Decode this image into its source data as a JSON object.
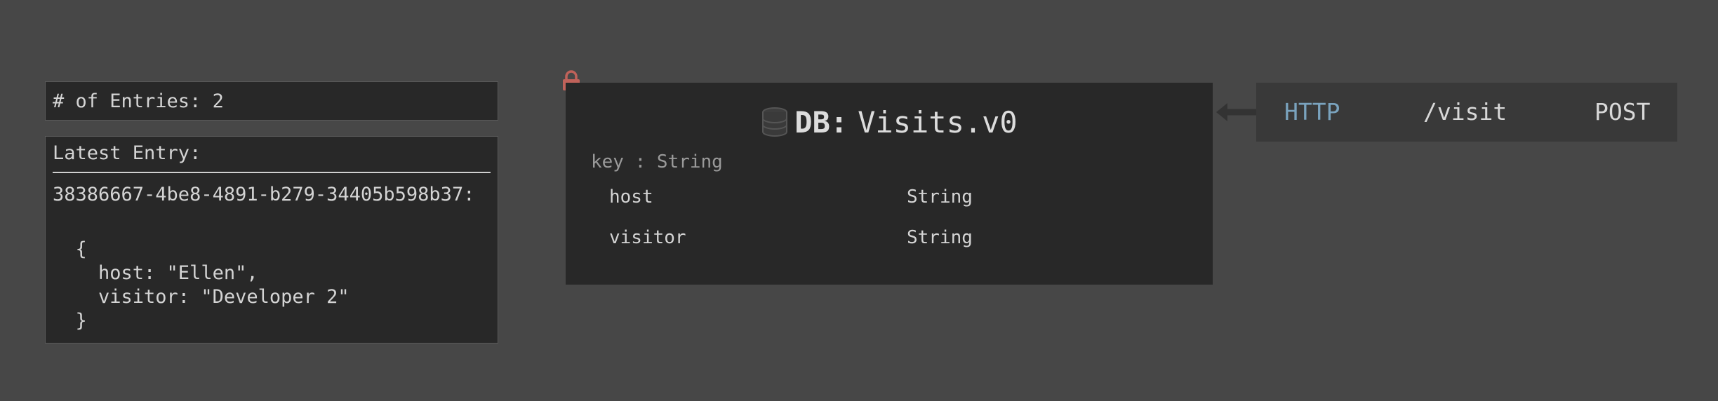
{
  "entries": {
    "label": "# of Entries: 2"
  },
  "latest": {
    "header": "Latest Entry:",
    "key": "38386667-4be8-4891-b279-34405b598b37:",
    "json_lines": [
      "  {",
      "    host: \"Ellen\",",
      "    visitor: \"Developer 2\"",
      "  }"
    ]
  },
  "db": {
    "label": "DB:",
    "name": "Visits.v0",
    "key_line": "key : String",
    "fields": [
      {
        "name": "host",
        "type": "String"
      },
      {
        "name": "visitor",
        "type": "String"
      }
    ]
  },
  "http": {
    "method": "HTTP",
    "path": "/visit",
    "verb": "POST"
  },
  "icons": {
    "lock": "lock-icon",
    "database": "database-icon",
    "arrow": "arrow-left-icon"
  },
  "colors": {
    "background": "#474747",
    "panel": "#282828",
    "lock": "#c0625a",
    "http_method": "#7aa3be"
  }
}
